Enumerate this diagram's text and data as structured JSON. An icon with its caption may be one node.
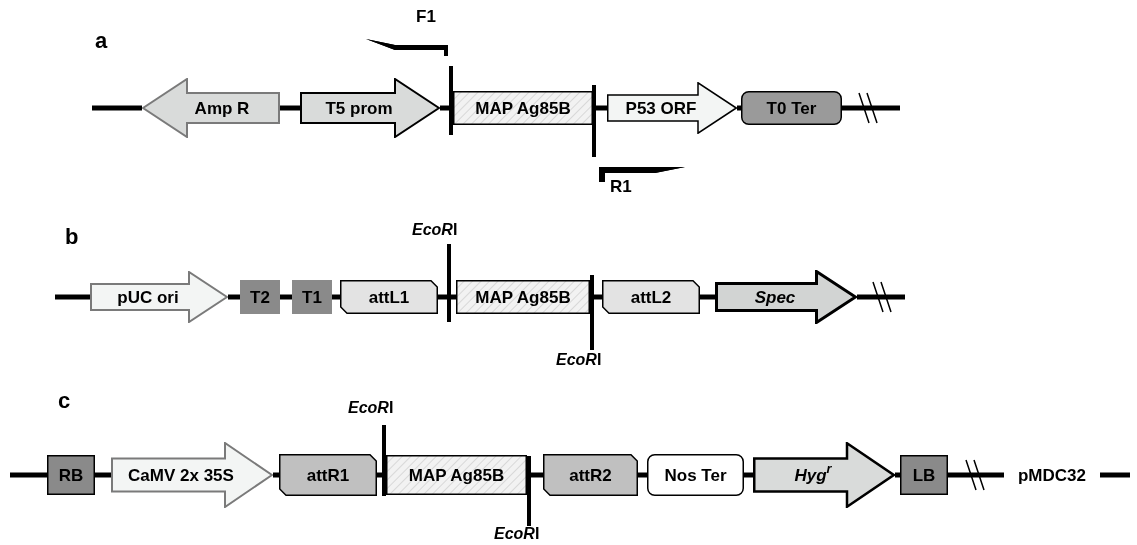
{
  "diagram": {
    "nodes": [
      {
        "text": [
          "Amp R"
        ]
      },
      {
        "text": [
          "T5 prom"
        ]
      },
      {
        "text": [
          "MAP Ag85B"
        ]
      },
      {
        "text": [
          "P53 ORF"
        ]
      },
      {
        "text": [
          "T0 Ter"
        ]
      },
      {
        "text": [
          "pUC ori"
        ]
      },
      {
        "text": [
          "T2"
        ]
      },
      {
        "text": [
          "T1"
        ]
      },
      {
        "text": [
          "attL1"
        ]
      },
      {
        "text": [
          "MAP Ag85B"
        ]
      },
      {
        "text": [
          "attL2"
        ]
      },
      {
        "text": [
          "Spec"
        ]
      },
      {
        "text": [
          "RB"
        ]
      },
      {
        "text": [
          "CaMV 2x 35S"
        ]
      },
      {
        "text": [
          "attR1"
        ]
      },
      {
        "text": [
          "MAP Ag85B"
        ]
      },
      {
        "text": [
          "attR2"
        ]
      },
      {
        "text": [
          "Nos Ter"
        ]
      },
      {
        "text": [
          "Hyg$^{r}$"
        ]
      },
      {
        "text": [
          "LB"
        ]
      },
      {
        "text": [
          "pMDC32"
        ]
      },
      {
        "text": [
          "F1"
        ]
      },
      {
        "text": [
          "R1"
        ]
      }
    ],
    "edges": [
      {
        "from": null,
        "to": 0,
        "arrow": "none"
      },
      {
        "from": 0,
        "to": 1,
        "arrow": "none"
      },
      {
        "from": 1,
        "to": 2,
        "arrow": "none"
      },
      {
        "from": 2,
        "to": 3,
        "arrow": "none"
      },
      {
        "from": 3,
        "to": 4,
        "arrow": "none"
      },
      {
        "from": 4,
        "to": null,
        "arrow": "none"
      },
      {
        "from": null,
        "to": 5,
        "arrow": "none"
      },
      {
        "from": 5,
        "to": 6,
        "arrow": "none"
      },
      {
        "from": 6,
        "to": 7,
        "arrow": "none"
      },
      {
        "from": 7,
        "to": 8,
        "arrow": "none"
      },
      {
        "from": 8,
        "to": 9,
        "arrow": "none"
      },
      {
        "from": 9,
        "to": 10,
        "arrow": "none"
      },
      {
        "from": 10,
        "to": 11,
        "arrow": "none"
      },
      {
        "from": 11,
        "to": null,
        "arrow": "none"
      },
      {
        "from": null,
        "to": 12,
        "arrow": "none"
      },
      {
        "from": 12,
        "to": 13,
        "arrow": "none"
      },
      {
        "from": 13,
        "to": 14,
        "arrow": "none"
      },
      {
        "from": 14,
        "to": 15,
        "arrow": "none"
      },
      {
        "from": 15,
        "to": 16,
        "arrow": "none"
      },
      {
        "from": 16,
        "to": 17,
        "arrow": "none"
      },
      {
        "from": 17,
        "to": 18,
        "arrow": "none"
      },
      {
        "from": 18,
        "to": 19,
        "arrow": "none"
      },
      {
        "from": 19,
        "to": 20,
        "arrow": "none"
      },
      {
        "from": 20,
        "to": null,
        "arrow": "none"
      }
    ],
    "labels": [
      "a",
      "b",
      "EcoRI",
      "EcoRI",
      "c",
      "EcoRI",
      "EcoRI"
    ]
  }
}
